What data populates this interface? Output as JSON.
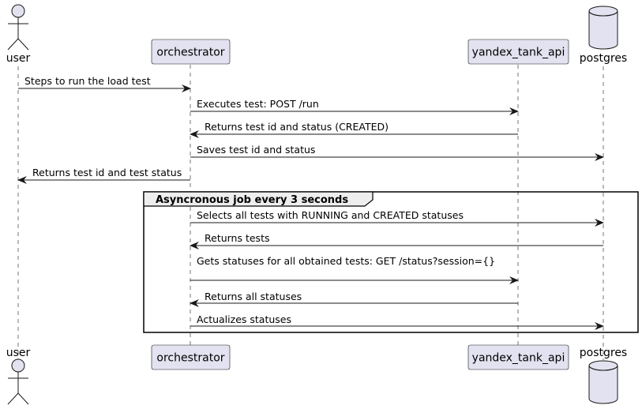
{
  "participants": {
    "user": "user",
    "orchestrator": "orchestrator",
    "yandex_tank_api": "yandex_tank_api",
    "postgres": "postgres"
  },
  "messages": [
    {
      "from": "user",
      "to": "orchestrator",
      "text": "Steps to run the load test"
    },
    {
      "from": "orchestrator",
      "to": "yandex_tank_api",
      "text": "Executes test: POST /run"
    },
    {
      "from": "yandex_tank_api",
      "to": "orchestrator",
      "text": "Returns test id and status (CREATED)"
    },
    {
      "from": "orchestrator",
      "to": "postgres",
      "text": "Saves test id and status"
    },
    {
      "from": "orchestrator",
      "to": "user",
      "text": "Returns test id and test status"
    },
    {
      "from": "orchestrator",
      "to": "postgres",
      "text": "Selects all tests with RUNNING and CREATED statuses"
    },
    {
      "from": "postgres",
      "to": "orchestrator",
      "text": "Returns tests"
    },
    {
      "from": "orchestrator",
      "to": "yandex_tank_api",
      "text": "Gets statuses for all obtained tests: GET /status?session={}"
    },
    {
      "from": "yandex_tank_api",
      "to": "orchestrator",
      "text": "Returns all statuses"
    },
    {
      "from": "orchestrator",
      "to": "postgres",
      "text": "Actualizes statuses"
    }
  ],
  "loop_frame": {
    "label": "Asyncronous job every 3 seconds"
  },
  "colors": {
    "participant_fill": "#e2e2f0",
    "participant_border": "#181818",
    "lifeline": "#181818",
    "arrow": "#181818"
  }
}
